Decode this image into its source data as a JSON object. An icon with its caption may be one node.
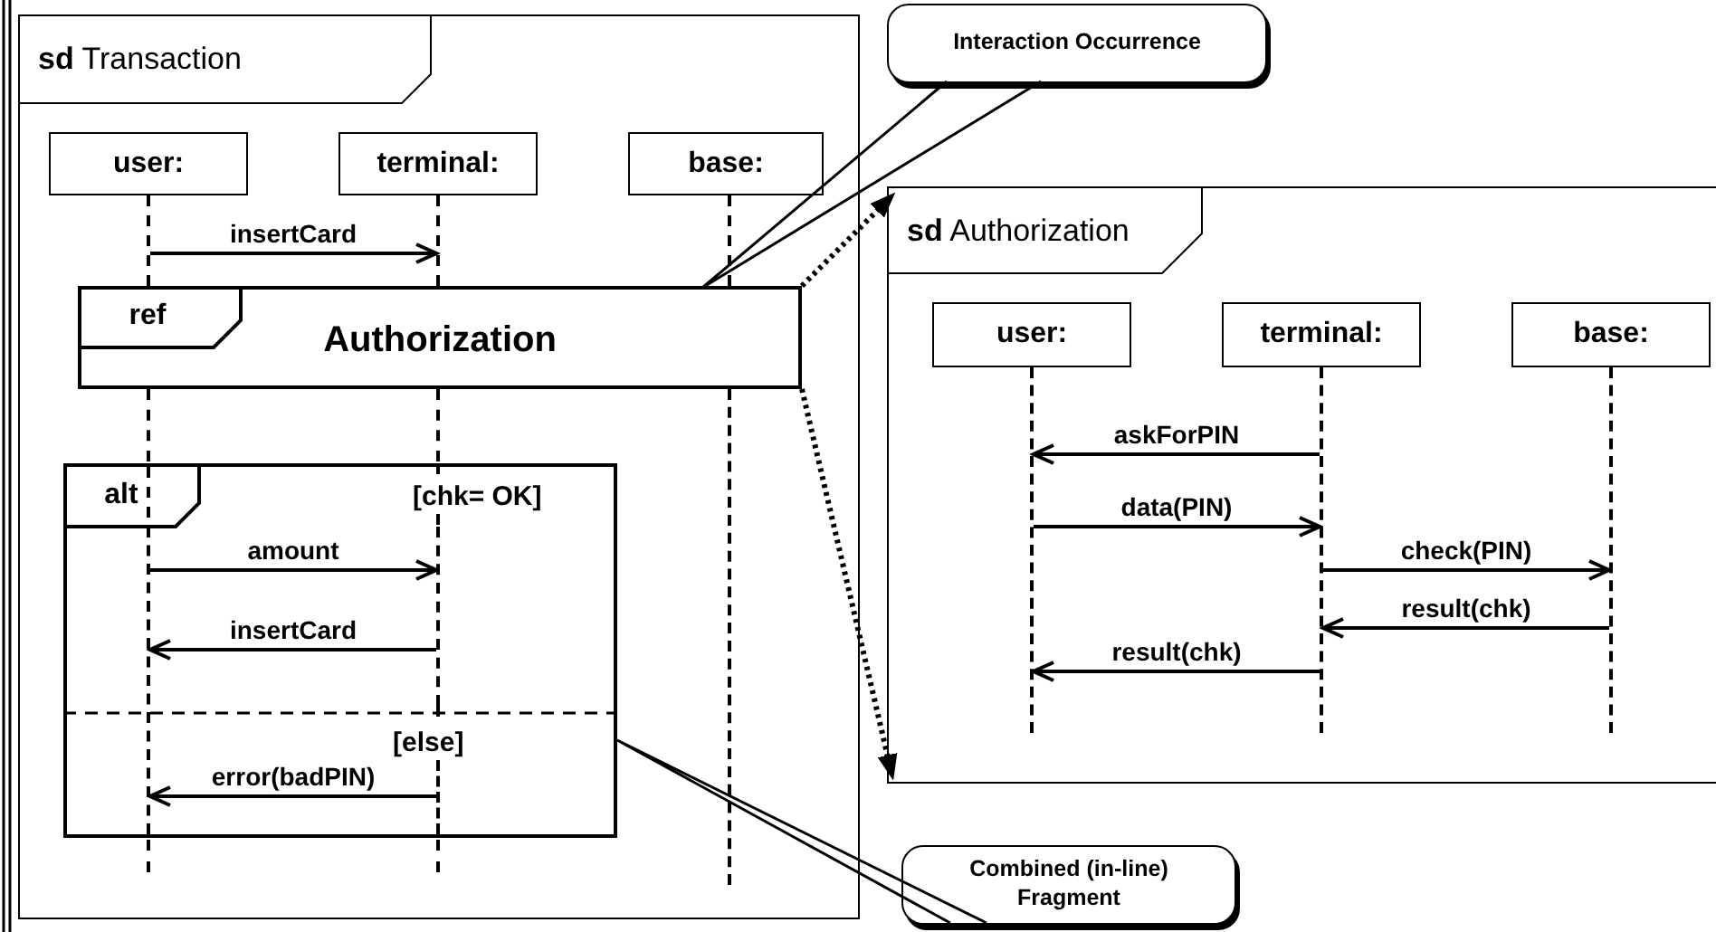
{
  "diagram": {
    "nodes": [
      {
        "text": [
          "**sd** Transaction"
        ]
      },
      {
        "text": [
          "user:"
        ],
        "in": 0
      },
      {
        "text": [
          "terminal:"
        ],
        "in": 0
      },
      {
        "text": [
          "base:"
        ],
        "in": 0
      },
      {
        "text": [],
        "shape": "line",
        "in": 0
      },
      {
        "text": [],
        "shape": "line",
        "in": 0
      },
      {
        "text": [
          "ref",
          "Authorization"
        ],
        "in": 0
      },
      {
        "text": [
          "alt",
          "[chk= OK]",
          "[else]"
        ],
        "in": 0
      },
      {
        "text": [],
        "shape": "line",
        "in": 7
      },
      {
        "text": [],
        "shape": "line",
        "in": 7
      },
      {
        "text": [],
        "shape": "line",
        "in": 7
      },
      {
        "text": [
          "Interaction Occurrence"
        ]
      },
      {
        "text": [
          "**sd** Authorization"
        ]
      },
      {
        "text": [
          "user:"
        ],
        "in": 12
      },
      {
        "text": [
          "terminal:"
        ],
        "in": 12
      },
      {
        "text": [
          "base:"
        ],
        "in": 12
      },
      {
        "text": [],
        "shape": "line",
        "in": 12
      },
      {
        "text": [],
        "shape": "line",
        "in": 12
      },
      {
        "text": [],
        "shape": "line",
        "in": 12
      },
      {
        "text": [
          "Combined (in-line) Fragment"
        ]
      },
      {
        "text": [],
        "shape": "line",
        "in": 0
      },
      {
        "text": [],
        "shape": "line",
        "in": 0
      },
      {
        "text": [],
        "shape": "line",
        "in": 0
      },
      {
        "text": [],
        "shape": "line",
        "in": 0
      },
      {
        "text": [],
        "shape": "line",
        "in": 0
      },
      {
        "text": [],
        "shape": "line",
        "in": 0
      }
    ],
    "edges": [
      {
        "from": 4,
        "to": 5,
        "arrow": "to",
        "label": "insertCard"
      },
      {
        "from": 8,
        "to": 9,
        "arrow": "to",
        "label": "amount"
      },
      {
        "from": 9,
        "to": 8,
        "arrow": "to",
        "label": "insertCard"
      },
      {
        "from": 10,
        "to": 8,
        "arrow": "to",
        "label": "error(badPIN)"
      },
      {
        "from": 17,
        "to": 16,
        "arrow": "to",
        "label": "askForPIN"
      },
      {
        "from": 16,
        "to": 17,
        "arrow": "to",
        "label": "data(PIN)"
      },
      {
        "from": 17,
        "to": 18,
        "arrow": "to",
        "label": "check(PIN)"
      },
      {
        "from": 18,
        "to": 17,
        "arrow": "to",
        "label": "result(chk)"
      },
      {
        "from": 17,
        "to": 16,
        "arrow": "to",
        "label": "result(chk)"
      },
      {
        "from": 6,
        "to": 12,
        "arrow": "to",
        "style": "dashed"
      },
      {
        "from": 6,
        "to": 12,
        "arrow": "to",
        "style": "dashed"
      },
      {
        "from": 11,
        "to": 6,
        "arrow": "none"
      },
      {
        "from": 19,
        "to": 7,
        "arrow": "none"
      }
    ]
  }
}
